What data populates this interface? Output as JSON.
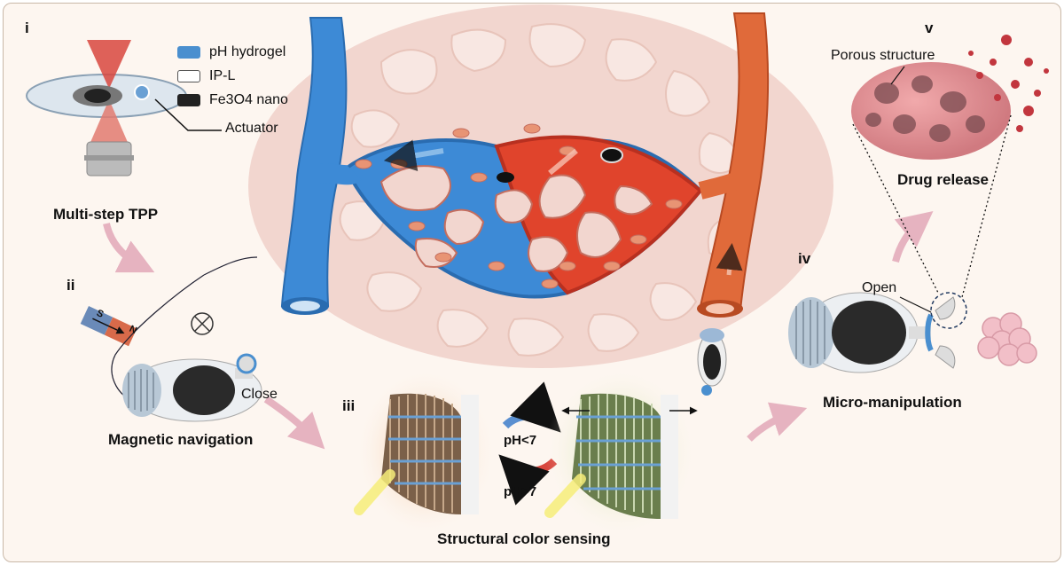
{
  "panels": {
    "i": {
      "numeral": "i",
      "caption": "Multi-step TPP",
      "actuator_label": "Actuator"
    },
    "ii": {
      "numeral": "ii",
      "caption": "Magnetic navigation",
      "close_label": "Close",
      "magnet": {
        "south": "S",
        "north": "N"
      }
    },
    "iii": {
      "numeral": "iii",
      "caption": "Structural color sensing",
      "ph_low": "pH<7",
      "ph_high": "pH>7"
    },
    "iv": {
      "numeral": "iv",
      "caption": "Micro-manipulation",
      "open_label": "Open"
    },
    "v": {
      "numeral": "v",
      "caption": "Drug release",
      "porous_label": "Porous structure"
    }
  },
  "legend": [
    {
      "label": "pH hydrogel",
      "color": "#4a8fcf"
    },
    {
      "label": "IP-L",
      "color": "#ffffff"
    },
    {
      "label": "Fe3O4 nano",
      "color": "#222222"
    }
  ],
  "colors": {
    "vein_blue": "#3d8ad6",
    "artery_red": "#e0442c",
    "tissue": "#f2d6cf",
    "arrow_pink": "#e6b3c0",
    "background": "#fdf6f0"
  }
}
